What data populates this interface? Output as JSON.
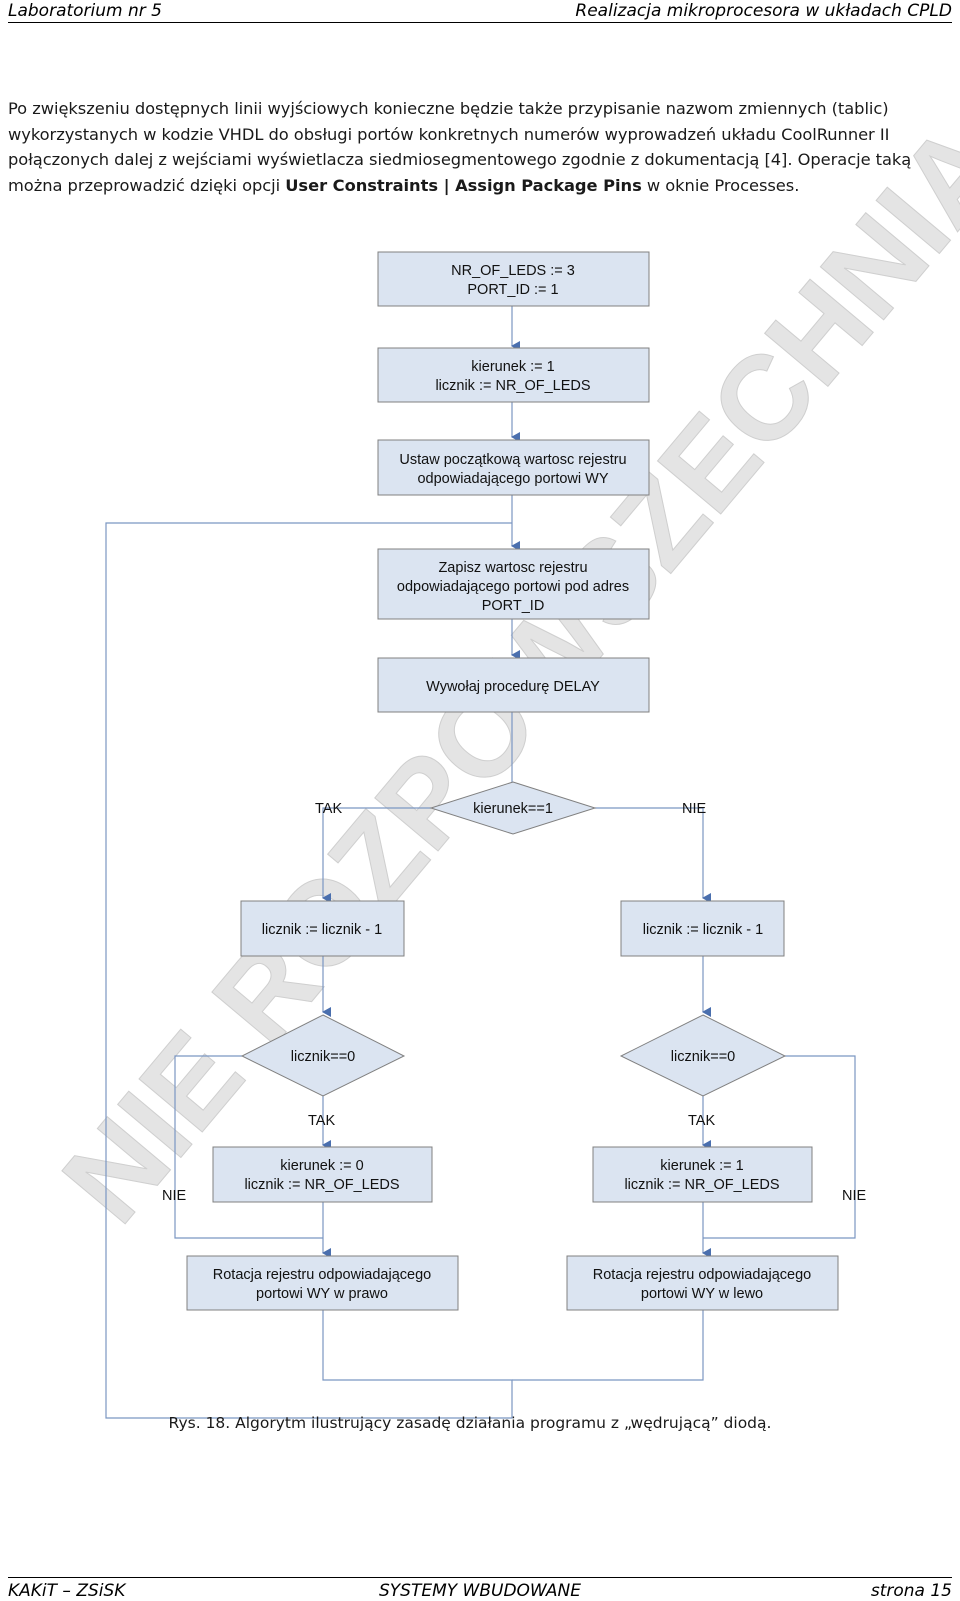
{
  "header": {
    "left": "Laboratorium nr 5",
    "right": "Realizacja mikroprocesora w układach CPLD"
  },
  "intro": {
    "part1": "Po zwiększeniu dostępnych linii wyjściowych konieczne będzie także przypisanie nazwom zmiennych (tablic) wykorzystanych w kodzie VHDL do obsługi portów konkretnych numerów wyprowadzeń układu CoolRunner II połączonych dalej z wejściami wyświetlacza siedmiosegmentowego zgodnie z dokumentacją [4]. Operacje taką można przeprowadzić dzięki opcji ",
    "bold": "User Constraints | Assign Package Pins",
    "part2": " w oknie Processes."
  },
  "watermark": "NIE ROZPOWSZECHNIAC",
  "flowchart": {
    "init1": [
      "NR_OF_LEDS := 3",
      "PORT_ID := 1"
    ],
    "init2": [
      "kierunek := 1",
      "licznik := NR_OF_LEDS"
    ],
    "init3": [
      "Ustaw początkową wartosc rejestru",
      "odpowiadającego portowi WY"
    ],
    "write": [
      "Zapisz wartosc rejestru",
      "odpowiadającego portowi pod adres",
      "PORT_ID"
    ],
    "delay": "Wywołaj procedurę DELAY",
    "cond_dir": "kierunek==1",
    "dec_left": "licznik := licznik - 1",
    "dec_right": "licznik := licznik - 1",
    "cond_left": "licznik==0",
    "cond_right": "licznik==0",
    "set_left": [
      "kierunek := 0",
      "licznik := NR_OF_LEDS"
    ],
    "set_right": [
      "kierunek := 1",
      "licznik := NR_OF_LEDS"
    ],
    "rot_left": [
      "Rotacja rejestru odpowiadającego",
      "portowi WY w prawo"
    ],
    "rot_right": [
      "Rotacja rejestru odpowiadającego",
      "portowi WY w lewo"
    ],
    "labels": {
      "tak_dir": "TAK",
      "nie_dir": "NIE",
      "tak_left": "TAK",
      "tak_right": "TAK",
      "nie_left": "NIE",
      "nie_right": "NIE"
    }
  },
  "caption": "Rys. 18.   Algorytm ilustrujący zasadę działania programu z „wędrującą” diodą.",
  "footer": {
    "left": "KAKiT – ZSiSK",
    "center": "SYSTEMY WBUDOWANE",
    "right": "strona 15"
  }
}
